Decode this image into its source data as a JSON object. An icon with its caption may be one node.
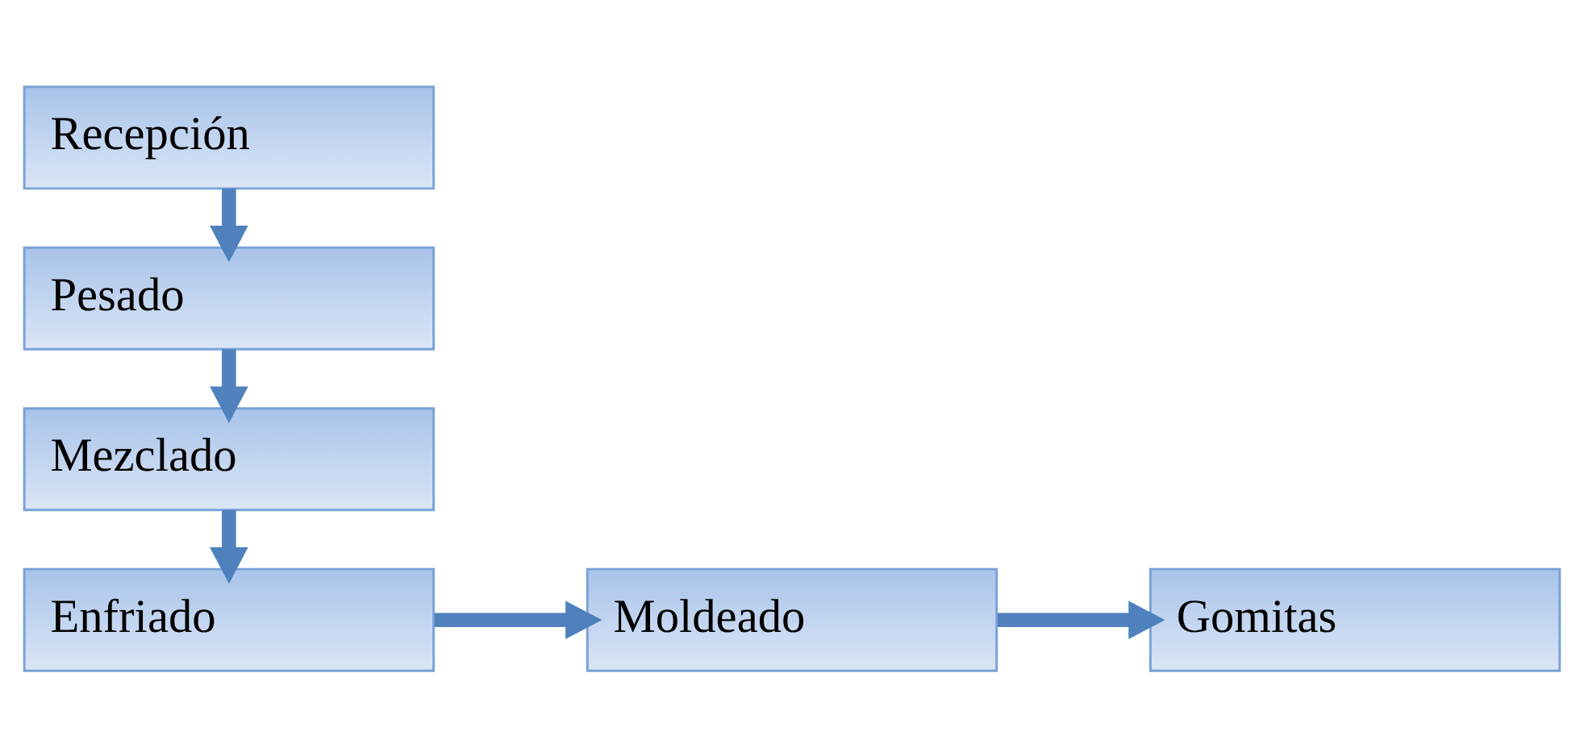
{
  "diagram": {
    "nodes": [
      {
        "text": [
          "Recepción"
        ]
      },
      {
        "text": [
          "Pesado"
        ]
      },
      {
        "text": [
          "Mezclado"
        ]
      },
      {
        "text": [
          "Enfriado"
        ]
      },
      {
        "text": [
          "Moldeado"
        ]
      },
      {
        "text": [
          "Gomitas"
        ]
      }
    ],
    "edges": [
      {
        "from": 0,
        "to": 1,
        "arrow": "to"
      },
      {
        "from": 1,
        "to": 2,
        "arrow": "to"
      },
      {
        "from": 2,
        "to": 3,
        "arrow": "to"
      },
      {
        "from": 3,
        "to": 4,
        "arrow": "to"
      },
      {
        "from": 4,
        "to": 5,
        "arrow": "to"
      }
    ]
  }
}
